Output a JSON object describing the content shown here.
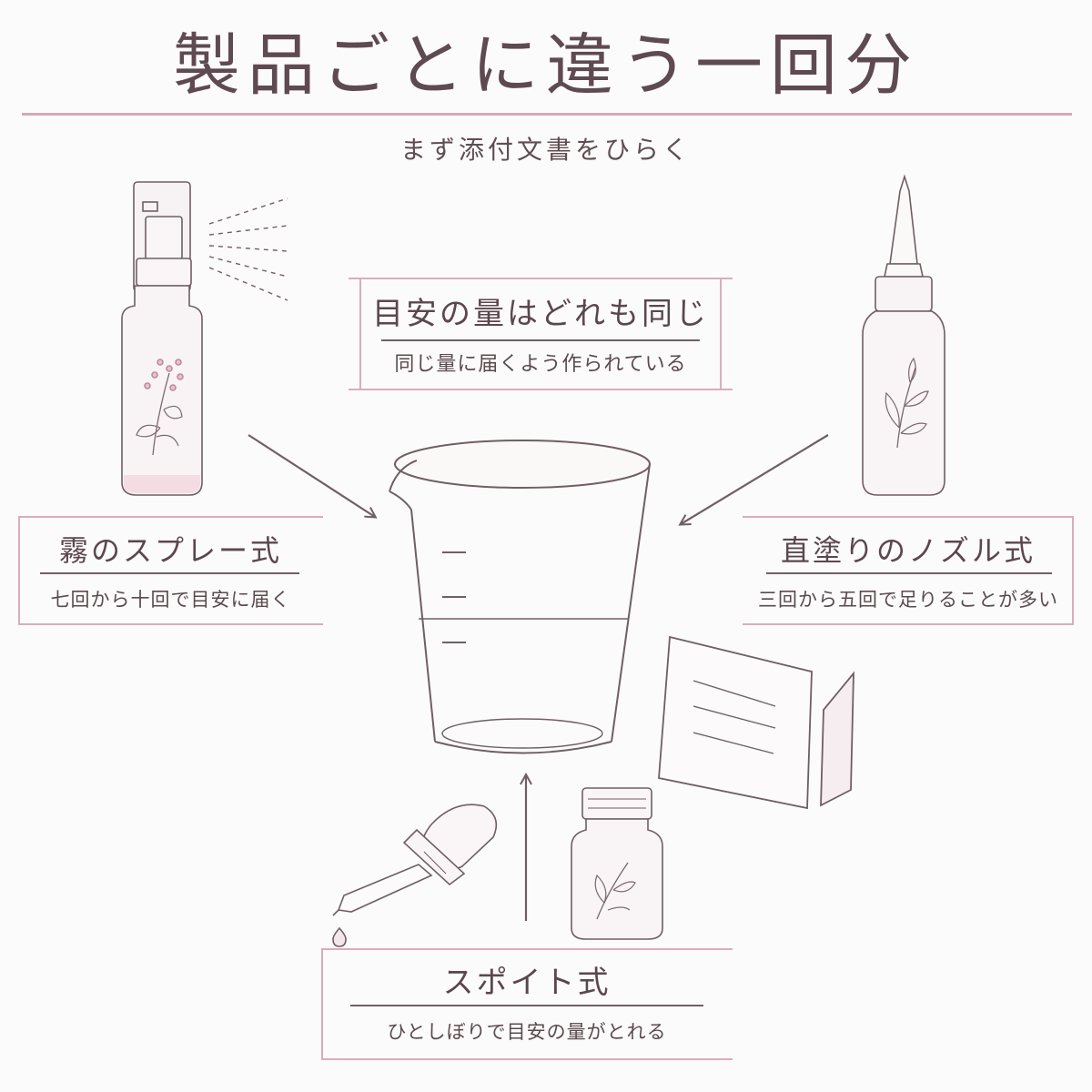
{
  "title": "製品ごとに違う一回分",
  "subtitle": "まず添付文書をひらく",
  "center_panel": {
    "heading": "目安の量はどれも同じ",
    "description": "同じ量に届くよう作られている"
  },
  "left_panel": {
    "heading": "霧のスプレー式",
    "description": "七回から十回で目安に届く"
  },
  "right_panel": {
    "heading": "直塗りのノズル式",
    "description": "三回から五回で足りることが多い"
  },
  "bottom_panel": {
    "heading": "スポイト式",
    "description": "ひとしぼりで目安の量がとれる"
  },
  "colors": {
    "accent_pink": "#d7a7b6",
    "line": "#6f5f64",
    "text": "#5e4a50"
  },
  "icons": [
    "spray-bottle-icon",
    "nozzle-bottle-icon",
    "measuring-cup-icon",
    "dropper-icon",
    "pill-bottle-icon",
    "leaflet-icon"
  ]
}
